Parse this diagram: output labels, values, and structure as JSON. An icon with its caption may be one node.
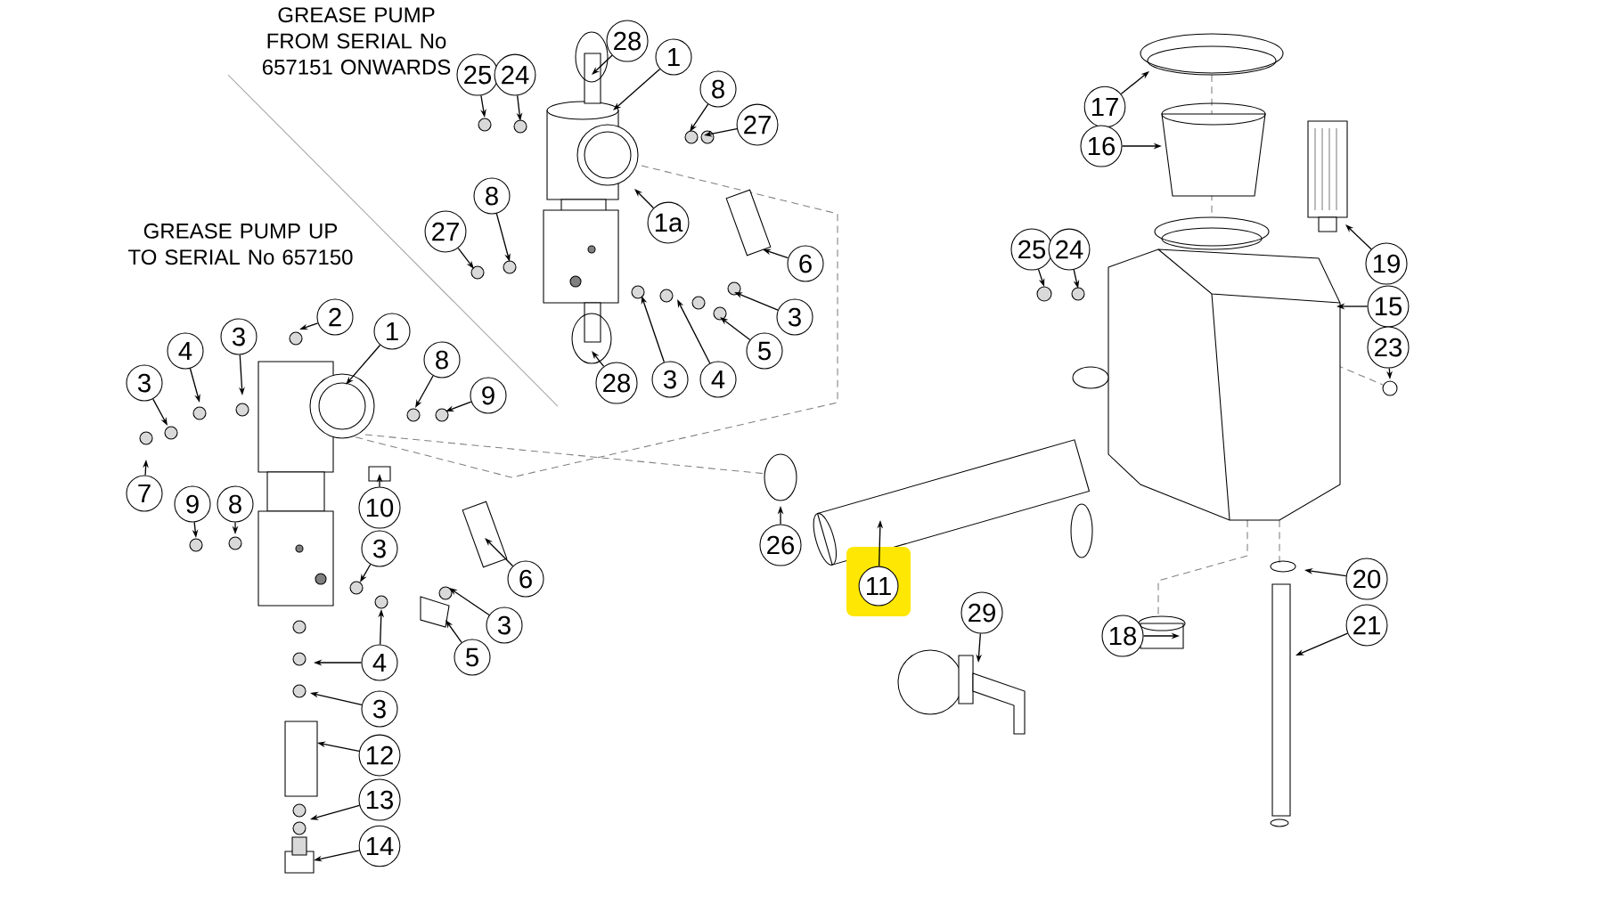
{
  "diagram": {
    "nodes": [
      {
        "text": [
          "28"
        ]
      },
      {
        "text": [
          "1"
        ]
      },
      {
        "text": [
          "25"
        ]
      },
      {
        "text": [
          "24"
        ]
      },
      {
        "text": [
          "8"
        ]
      },
      {
        "text": [
          "27"
        ]
      },
      {
        "text": [
          "1a"
        ]
      },
      {
        "text": [
          "8"
        ]
      },
      {
        "text": [
          "27"
        ]
      },
      {
        "text": [
          "6"
        ]
      },
      {
        "text": [
          "3"
        ]
      },
      {
        "text": [
          "28"
        ]
      },
      {
        "text": [
          "3"
        ]
      },
      {
        "text": [
          "4"
        ]
      },
      {
        "text": [
          "5"
        ]
      },
      {
        "text": [
          "2"
        ]
      },
      {
        "text": [
          "1"
        ]
      },
      {
        "text": [
          "4"
        ]
      },
      {
        "text": [
          "3"
        ]
      },
      {
        "text": [
          "3"
        ]
      },
      {
        "text": [
          "8"
        ]
      },
      {
        "text": [
          "9"
        ]
      },
      {
        "text": [
          "7"
        ]
      },
      {
        "text": [
          "10"
        ]
      },
      {
        "text": [
          "9"
        ]
      },
      {
        "text": [
          "8"
        ]
      },
      {
        "text": [
          "3"
        ]
      },
      {
        "text": [
          "6"
        ]
      },
      {
        "text": [
          "3"
        ]
      },
      {
        "text": [
          "4"
        ]
      },
      {
        "text": [
          "5"
        ]
      },
      {
        "text": [
          "3"
        ]
      },
      {
        "text": [
          "12"
        ]
      },
      {
        "text": [
          "13"
        ]
      },
      {
        "text": [
          "14"
        ]
      },
      {
        "text": [
          "17"
        ]
      },
      {
        "text": [
          "16"
        ]
      },
      {
        "text": [
          "25"
        ]
      },
      {
        "text": [
          "24"
        ]
      },
      {
        "text": [
          "19"
        ]
      },
      {
        "text": [
          "15"
        ]
      },
      {
        "text": [
          "23"
        ]
      },
      {
        "text": [
          "26"
        ]
      },
      {
        "text": [
          "11"
        ]
      },
      {
        "text": [
          "29"
        ]
      },
      {
        "text": [
          "18"
        ]
      },
      {
        "text": [
          "20"
        ]
      },
      {
        "text": [
          "21"
        ]
      }
    ],
    "edges": [
      {
        "from": 0,
        "to": null,
        "arrow": "to"
      },
      {
        "from": 1,
        "to": null,
        "arrow": "to"
      },
      {
        "from": 2,
        "to": null,
        "arrow": "to"
      },
      {
        "from": 3,
        "to": null,
        "arrow": "to"
      },
      {
        "from": 4,
        "to": null,
        "arrow": "to"
      },
      {
        "from": 5,
        "to": null,
        "arrow": "to"
      },
      {
        "from": 6,
        "to": null,
        "arrow": "to"
      },
      {
        "from": 7,
        "to": null,
        "arrow": "to"
      },
      {
        "from": 8,
        "to": null,
        "arrow": "to"
      },
      {
        "from": 9,
        "to": null,
        "arrow": "to"
      },
      {
        "from": 10,
        "to": null,
        "arrow": "to"
      },
      {
        "from": 11,
        "to": null,
        "arrow": "to"
      },
      {
        "from": 12,
        "to": null,
        "arrow": "to"
      },
      {
        "from": 13,
        "to": null,
        "arrow": "to"
      },
      {
        "from": 14,
        "to": null,
        "arrow": "to"
      },
      {
        "from": 15,
        "to": null,
        "arrow": "to"
      },
      {
        "from": 16,
        "to": null,
        "arrow": "to"
      },
      {
        "from": 17,
        "to": null,
        "arrow": "to"
      },
      {
        "from": 18,
        "to": null,
        "arrow": "to"
      },
      {
        "from": 19,
        "to": null,
        "arrow": "to"
      },
      {
        "from": 20,
        "to": null,
        "arrow": "to"
      },
      {
        "from": 21,
        "to": null,
        "arrow": "to"
      },
      {
        "from": 22,
        "to": null,
        "arrow": "to"
      },
      {
        "from": 23,
        "to": null,
        "arrow": "to"
      },
      {
        "from": 24,
        "to": null,
        "arrow": "to"
      },
      {
        "from": 25,
        "to": null,
        "arrow": "to"
      },
      {
        "from": 26,
        "to": null,
        "arrow": "to"
      },
      {
        "from": 27,
        "to": null,
        "arrow": "to"
      },
      {
        "from": 28,
        "to": null,
        "arrow": "to"
      },
      {
        "from": 29,
        "to": null,
        "arrow": "to"
      },
      {
        "from": 29,
        "to": null,
        "arrow": "to"
      },
      {
        "from": 30,
        "to": null,
        "arrow": "to"
      },
      {
        "from": 31,
        "to": null,
        "arrow": "to"
      },
      {
        "from": 32,
        "to": null,
        "arrow": "to"
      },
      {
        "from": 33,
        "to": null,
        "arrow": "to"
      },
      {
        "from": 34,
        "to": null,
        "arrow": "to"
      },
      {
        "from": 35,
        "to": null,
        "arrow": "to"
      },
      {
        "from": 36,
        "to": null,
        "arrow": "to"
      },
      {
        "from": 37,
        "to": null,
        "arrow": "to"
      },
      {
        "from": 38,
        "to": null,
        "arrow": "to"
      },
      {
        "from": 39,
        "to": null,
        "arrow": "to"
      },
      {
        "from": 40,
        "to": null,
        "arrow": "to"
      },
      {
        "from": 41,
        "to": null,
        "arrow": "to"
      },
      {
        "from": 42,
        "to": null,
        "arrow": "to"
      },
      {
        "from": 43,
        "to": null,
        "arrow": "to"
      },
      {
        "from": 44,
        "to": null,
        "arrow": "to"
      },
      {
        "from": 45,
        "to": null,
        "arrow": "to"
      },
      {
        "from": 46,
        "to": null,
        "arrow": "to"
      },
      {
        "from": 47,
        "to": null,
        "arrow": "to"
      }
    ],
    "labels": [
      "GREASE PUMP FROM SERIAL No 657151 ONWARDS",
      "GREASE PUMP UP TO SERIAL No 657150"
    ]
  }
}
